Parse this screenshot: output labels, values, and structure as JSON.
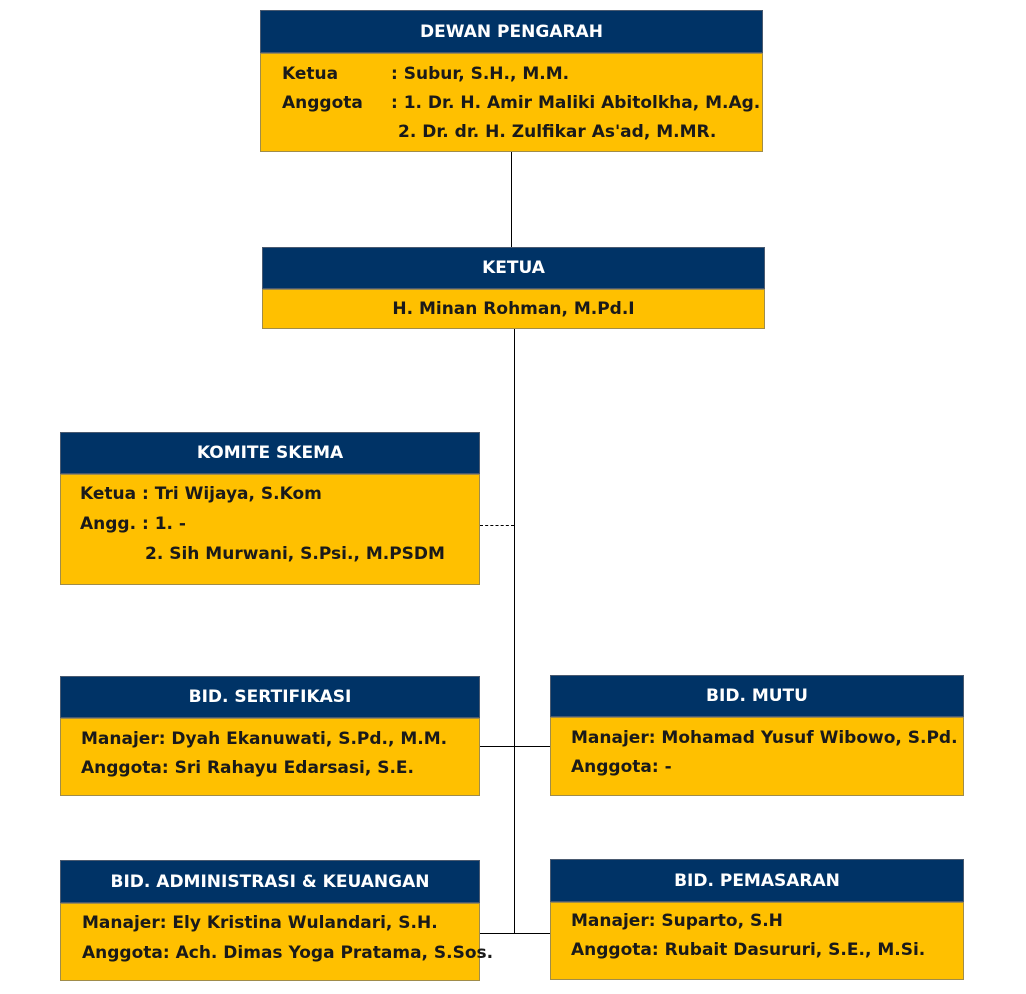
{
  "colors": {
    "header": "#003366",
    "body": "#ffc000"
  },
  "dewan_pengarah": {
    "title": "DEWAN PENGARAH",
    "ketua_label": "Ketua",
    "ketua_value": ": Subur, S.H., M.M.",
    "anggota_label": "Anggota",
    "anggota_1": ": 1. Dr. H. Amir Maliki Abitolkha, M.Ag.",
    "anggota_2": "2. Dr. dr. H. Zulfikar As'ad, M.MR."
  },
  "ketua": {
    "title": "KETUA",
    "name": "H. Minan Rohman, M.Pd.I"
  },
  "komite_skema": {
    "title": "KOMITE SKEMA",
    "line_1": "Ketua : Tri Wijaya, S.Kom",
    "line_2": "Angg. : 1. -",
    "line_3": "2. Sih Murwani,  S.Psi., M.PSDM"
  },
  "bid_sertifikasi": {
    "title": "BID. SERTIFIKASI",
    "line_1": "Manajer: Dyah Ekanuwati, S.Pd., M.M.",
    "line_2": "Anggota: Sri Rahayu Edarsasi, S.E."
  },
  "bid_mutu": {
    "title": "BID. MUTU",
    "line_1": "Manajer: Mohamad Yusuf Wibowo, S.Pd.",
    "line_2": "Anggota: -"
  },
  "bid_admin": {
    "title": "BID. ADMINISTRASI & KEUANGAN",
    "line_1": "Manajer: Ely Kristina Wulandari, S.H.",
    "line_2": "Anggota: Ach. Dimas Yoga Pratama, S.Sos."
  },
  "bid_pemasaran": {
    "title": "BID. PEMASARAN",
    "line_1": "Manajer: Suparto, S.H",
    "line_2": "Anggota: Rubait Dasururi, S.E., M.Si."
  }
}
